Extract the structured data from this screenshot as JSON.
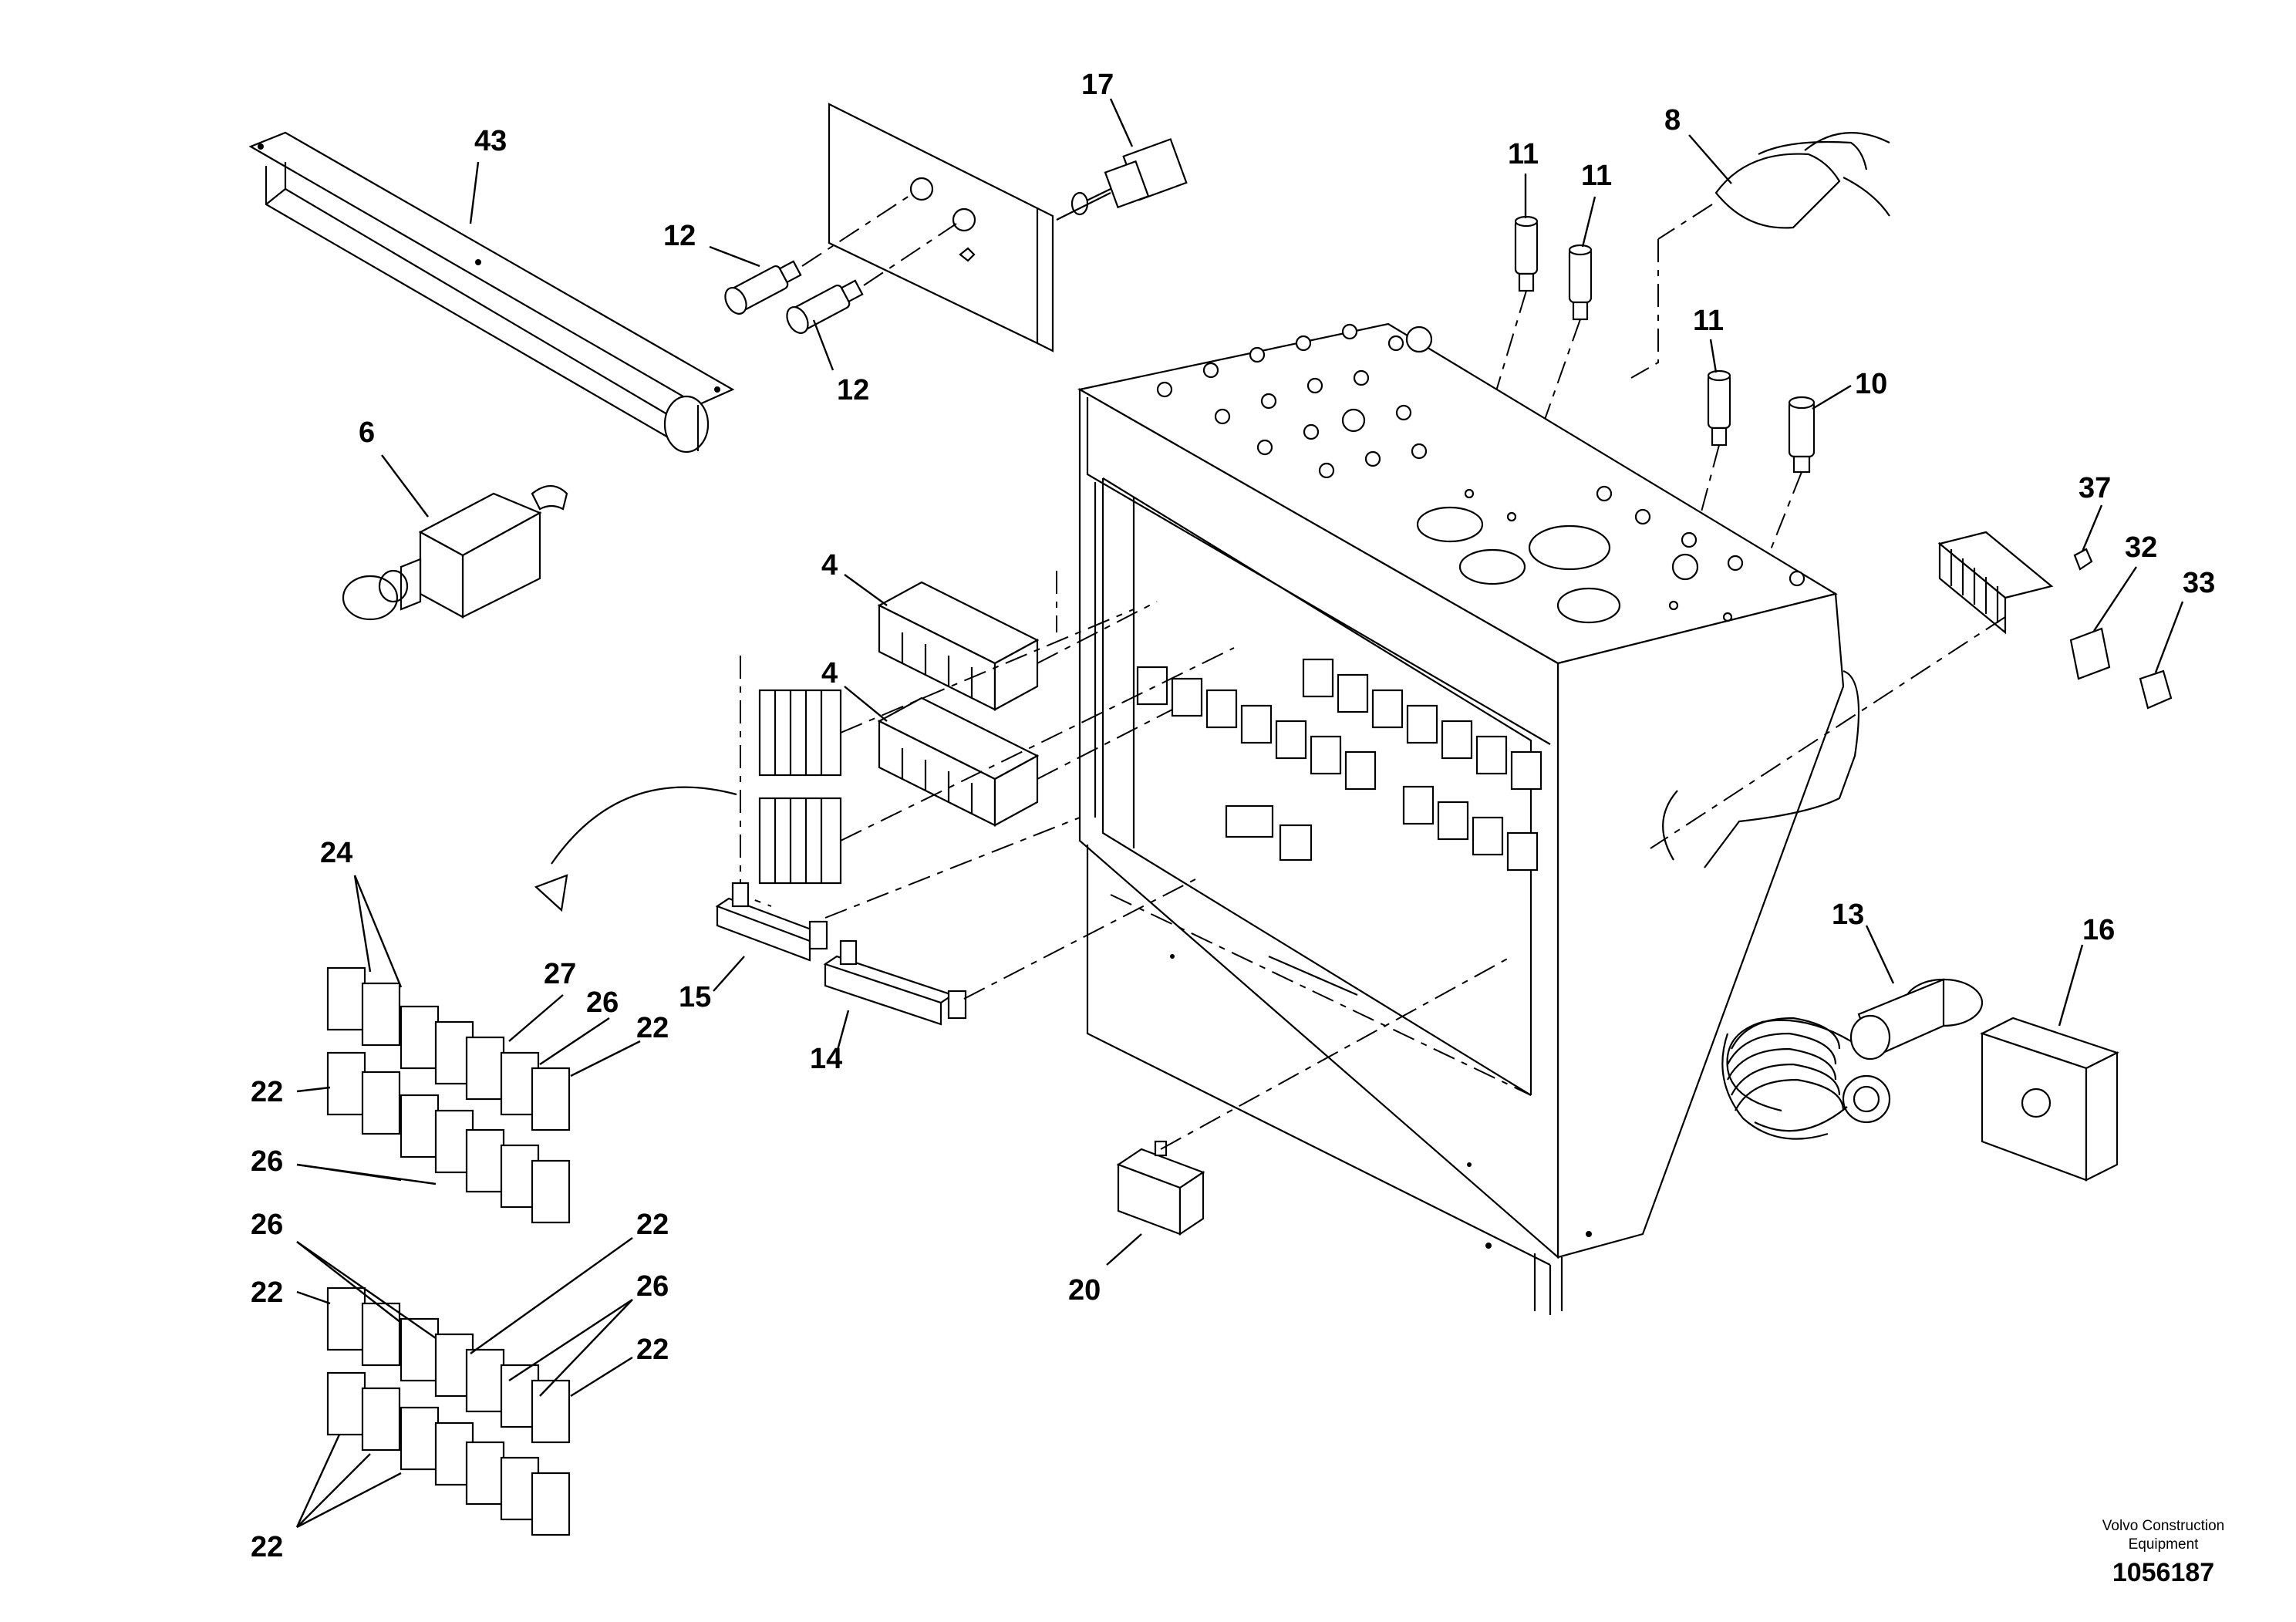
{
  "diagram": {
    "callouts": {
      "c43": "43",
      "c17": "17",
      "c12a": "12",
      "c12b": "12",
      "c11a": "11",
      "c11b": "11",
      "c11c": "11",
      "c8": "8",
      "c10": "10",
      "c6": "6",
      "c4a": "4",
      "c4b": "4",
      "c37": "37",
      "c32": "32",
      "c33": "33",
      "c24": "24",
      "c27": "27",
      "c26a": "26",
      "c22a": "22",
      "c22b": "22",
      "c26b": "26",
      "c15": "15",
      "c14": "14",
      "c13": "13",
      "c16": "16",
      "c26c": "26",
      "c22c": "22",
      "c22d": "22",
      "c26d": "26",
      "c22e": "22",
      "c22f": "22",
      "c20": "20"
    }
  },
  "footer": {
    "brand_line1": "Volvo Construction",
    "brand_line2": "Equipment",
    "document_number": "1056187"
  }
}
